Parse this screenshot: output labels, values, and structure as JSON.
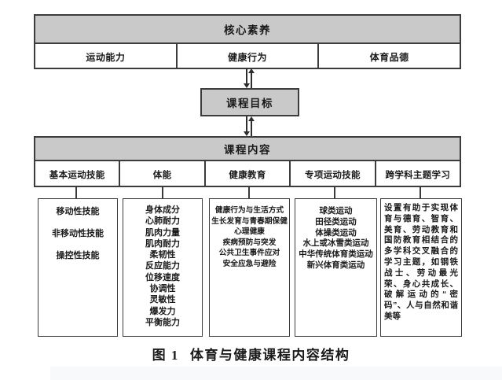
{
  "colors": {
    "header_fill": "#c9c9c9",
    "border": "#3c3c3c",
    "text": "#1a1a1a",
    "background": "#ffffff",
    "footer_strip": "#f7f9fa"
  },
  "core_literacy": {
    "title": "核心素养",
    "items": [
      "运动能力",
      "健康行为",
      "体育品德"
    ]
  },
  "curriculum_goal": {
    "title": "课程目标"
  },
  "curriculum_content": {
    "title": "课程内容",
    "columns": [
      {
        "label": "基本运动技能",
        "details": [
          "移动性技能",
          "非移动性技能",
          "操控性技能"
        ]
      },
      {
        "label": "体能",
        "details": [
          "身体成分",
          "心肺耐力",
          "肌肉力量",
          "肌肉耐力",
          "柔韧性",
          "反应能力",
          "位移速度",
          "协调性",
          "灵敏性",
          "爆发力",
          "平衡能力"
        ]
      },
      {
        "label": "健康教育",
        "lines": [
          "健康行为与生活方式",
          "生长发育与青春期保健",
          "心理健康",
          "疾病预防与突发",
          "公共卫生事件应对",
          "安全应急与避险"
        ]
      },
      {
        "label": "专项运动技能",
        "details": [
          "球类运动",
          "田径类运动",
          "体操类运动",
          "水上或冰雪类运动",
          "中华传统体育类运动",
          "新兴体育类运动"
        ]
      },
      {
        "label": "跨学科主题学习",
        "paragraph": "设置有助于实现体育与德育、智育、美育、劳动教育和国防教育相结合的多学科交叉融合的学习主题，如钢铁战士、劳动最光荣、身心共成长、破解运动的“密码”、人与自然和谐美等"
      }
    ]
  },
  "caption": {
    "figure_label": "图 1",
    "title": "体育与健康课程内容结构"
  }
}
